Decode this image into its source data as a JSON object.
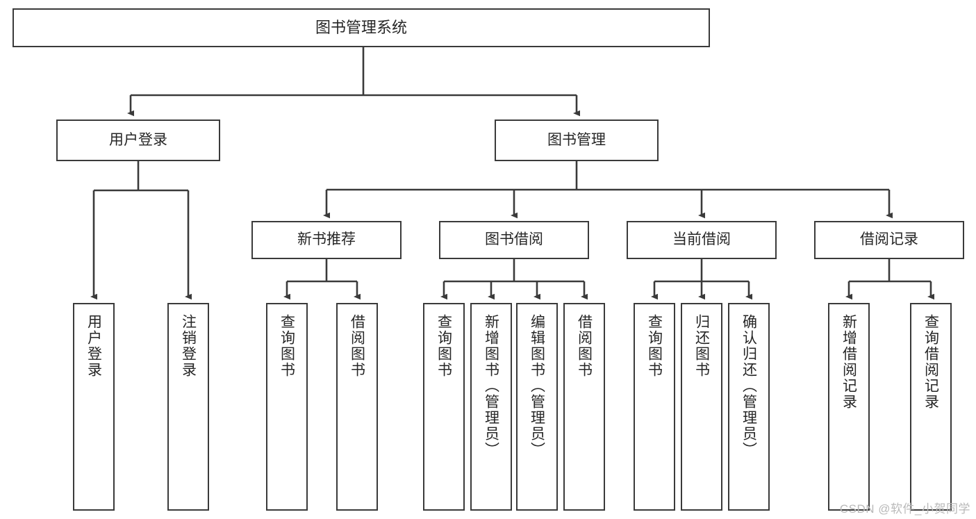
{
  "diagram": {
    "title": "图书管理系统",
    "type": "tree",
    "orientation": "top-down",
    "colors": {
      "node_border": "#3a3a3a",
      "node_fill": "#ffffff",
      "edge": "#3a3a3a",
      "text": "#262626",
      "watermark": "#b9b9b9"
    }
  },
  "watermark": {
    "text": "CSDN @软件_小贺同学"
  },
  "nodes": {
    "root": {
      "id": "root",
      "label": "图书管理系统",
      "level": 0
    },
    "level1": [
      {
        "id": "user-login",
        "label": "用户登录",
        "level": 1
      },
      {
        "id": "book-management",
        "label": "图书管理",
        "level": 1
      }
    ],
    "level2": [
      {
        "id": "new-book-recommend",
        "label": "新书推荐",
        "level": 2,
        "parent": "book-management"
      },
      {
        "id": "book-borrow",
        "label": "图书借阅",
        "level": 2,
        "parent": "book-management"
      },
      {
        "id": "current-borrow",
        "label": "当前借阅",
        "level": 2,
        "parent": "book-management"
      },
      {
        "id": "borrow-record",
        "label": "借阅记录",
        "level": 2,
        "parent": "book-management"
      }
    ],
    "leaves": {
      "user-login": [
        {
          "id": "leaf-user-login",
          "label": "用户登录"
        },
        {
          "id": "leaf-user-logout",
          "label": "注销登录"
        }
      ],
      "new-book-recommend": [
        {
          "id": "leaf-query-book-1",
          "label": "查询图书"
        },
        {
          "id": "leaf-borrow-book-1",
          "label": "借阅图书"
        }
      ],
      "book-borrow": [
        {
          "id": "leaf-query-book-2",
          "label": "查询图书"
        },
        {
          "id": "leaf-add-book-admin",
          "label": "新增图书（管理员）"
        },
        {
          "id": "leaf-edit-book-admin",
          "label": "编辑图书（管理员）"
        },
        {
          "id": "leaf-borrow-book-2",
          "label": "借阅图书"
        }
      ],
      "current-borrow": [
        {
          "id": "leaf-query-book-3",
          "label": "查询图书"
        },
        {
          "id": "leaf-return-book",
          "label": "归还图书"
        },
        {
          "id": "leaf-confirm-return-admin",
          "label": "确认归还（管理员）"
        }
      ],
      "borrow-record": [
        {
          "id": "leaf-add-borrow-record",
          "label": "新增借阅记录"
        },
        {
          "id": "leaf-query-borrow-record",
          "label": "查询借阅记录"
        }
      ]
    }
  }
}
